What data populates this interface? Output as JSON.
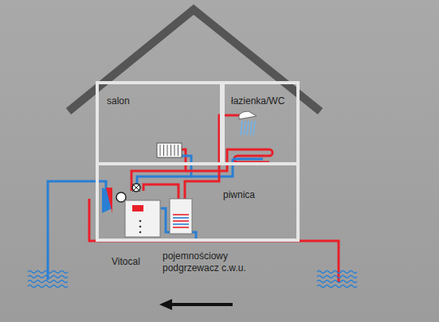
{
  "diagram": {
    "nodes": [
      {
        "text": [
          "salon"
        ]
      },
      {
        "text": [
          "łazienka/WC"
        ]
      },
      {
        "text": [
          "piwnica"
        ]
      }
    ],
    "labels": [
      "Vitocal",
      "pojemnościowy podgrzewacz c.w.u."
    ]
  }
}
